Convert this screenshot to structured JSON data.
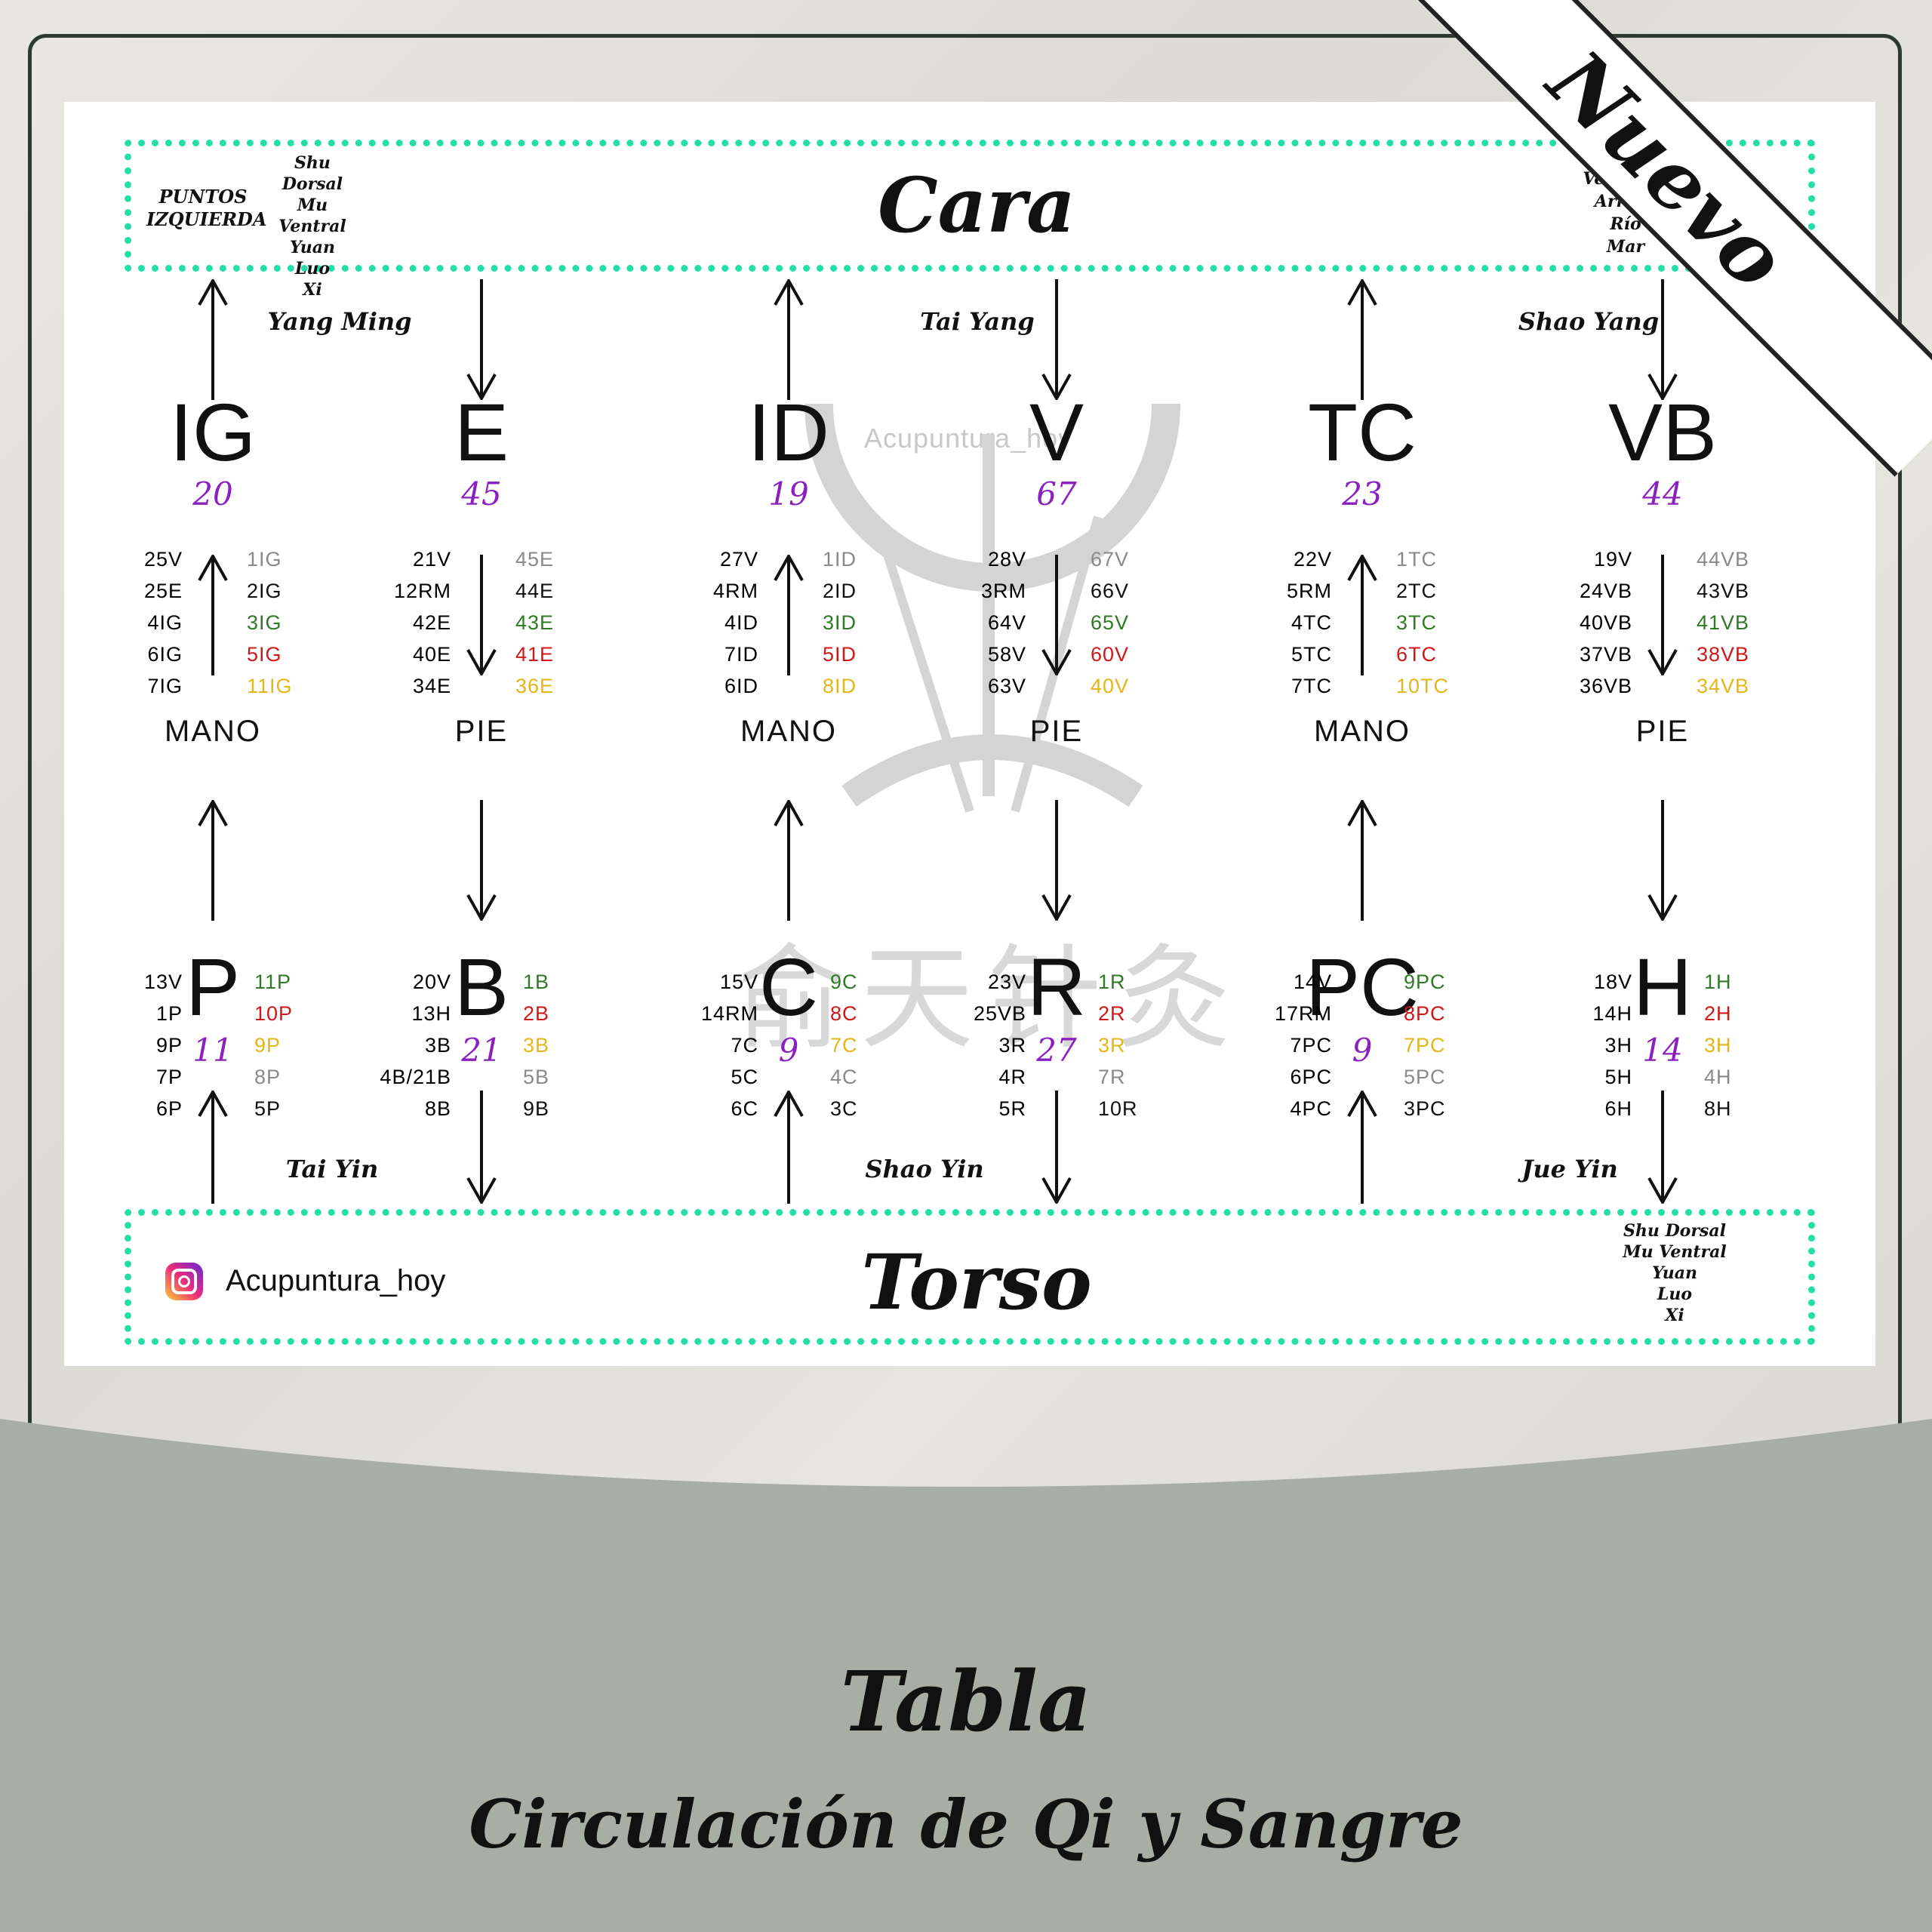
{
  "header": {
    "label_left": "PUNTOS IZQUIERDA",
    "left_list": [
      "Shu Dorsal",
      "Mu Ventral",
      "Yuan",
      "Luo",
      "Xi"
    ],
    "title": "Cara",
    "right_list": [
      "Vertiente",
      "Arroyo",
      "Río",
      "Mar"
    ]
  },
  "footer": {
    "title": "Torso",
    "instagram": "Acupuntura_hoy",
    "right_list": [
      "Shu Dorsal",
      "Mu Ventral",
      "Yuan",
      "Luo",
      "Xi"
    ]
  },
  "watermark": "Acupuntura_hoy",
  "badge": "Nuevo",
  "caption": {
    "title": "Tabla",
    "subtitle": "Circulación de Qi y Sangre"
  },
  "pair_labels_top": [
    "Yang Ming",
    "Tai Yang",
    "Shao Yang"
  ],
  "pair_labels_bottom": [
    "Tai Yin",
    "Shao Yin",
    "Jue Yin"
  ],
  "channels_top": [
    {
      "name": "IG",
      "number": "20",
      "left": [
        "25V",
        "25E",
        "4IG",
        "6IG",
        "7IG"
      ],
      "right": [
        "1IG",
        "2IG",
        "3IG",
        "5IG",
        "11IG"
      ],
      "limb": "MANO",
      "dir": "up"
    },
    {
      "name": "E",
      "number": "45",
      "left": [
        "21V",
        "12RM",
        "42E",
        "40E",
        "34E"
      ],
      "right": [
        "45E",
        "44E",
        "43E",
        "41E",
        "36E"
      ],
      "limb": "PIE",
      "dir": "down"
    },
    {
      "name": "ID",
      "number": "19",
      "left": [
        "27V",
        "4RM",
        "4ID",
        "7ID",
        "6ID"
      ],
      "right": [
        "1ID",
        "2ID",
        "3ID",
        "5ID",
        "8ID"
      ],
      "limb": "MANO",
      "dir": "up"
    },
    {
      "name": "V",
      "number": "67",
      "left": [
        "28V",
        "3RM",
        "64V",
        "58V",
        "63V"
      ],
      "right": [
        "67V",
        "66V",
        "65V",
        "60V",
        "40V"
      ],
      "limb": "PIE",
      "dir": "down"
    },
    {
      "name": "TC",
      "number": "23",
      "left": [
        "22V",
        "5RM",
        "4TC",
        "5TC",
        "7TC"
      ],
      "right": [
        "1TC",
        "2TC",
        "3TC",
        "6TC",
        "10TC"
      ],
      "limb": "MANO",
      "dir": "up"
    },
    {
      "name": "VB",
      "number": "44",
      "left": [
        "19V",
        "24VB",
        "40VB",
        "37VB",
        "36VB"
      ],
      "right": [
        "44VB",
        "43VB",
        "41VB",
        "38VB",
        "34VB"
      ],
      "limb": "PIE",
      "dir": "down"
    }
  ],
  "channels_bottom": [
    {
      "name": "P",
      "number": "11",
      "left": [
        "13V",
        "1P",
        "9P",
        "7P",
        "6P"
      ],
      "right": [
        "11P",
        "10P",
        "9P",
        "8P",
        "5P"
      ],
      "dir": "up"
    },
    {
      "name": "B",
      "number": "21",
      "left": [
        "20V",
        "13H",
        "3B",
        "4B/21B",
        "8B"
      ],
      "right": [
        "1B",
        "2B",
        "3B",
        "5B",
        "9B"
      ],
      "dir": "down"
    },
    {
      "name": "C",
      "number": "9",
      "left": [
        "15V",
        "14RM",
        "7C",
        "5C",
        "6C"
      ],
      "right": [
        "9C",
        "8C",
        "7C",
        "4C",
        "3C"
      ],
      "dir": "up"
    },
    {
      "name": "R",
      "number": "27",
      "left": [
        "23V",
        "25VB",
        "3R",
        "4R",
        "5R"
      ],
      "right": [
        "1R",
        "2R",
        "3R",
        "7R",
        "10R"
      ],
      "dir": "down"
    },
    {
      "name": "PC",
      "number": "9",
      "left": [
        "14V",
        "17RM",
        "7PC",
        "6PC",
        "4PC"
      ],
      "right": [
        "9PC",
        "8PC",
        "7PC",
        "5PC",
        "3PC"
      ],
      "dir": "up"
    },
    {
      "name": "H",
      "number": "14",
      "left": [
        "18V",
        "14H",
        "3H",
        "5H",
        "6H"
      ],
      "right": [
        "1H",
        "2H",
        "3H",
        "4H",
        "8H"
      ],
      "dir": "down"
    }
  ],
  "colors": {
    "accent": "#23dfa7",
    "number": "#8b1fbf",
    "frame": "#2f3a2e",
    "band": "#a9aea4"
  }
}
